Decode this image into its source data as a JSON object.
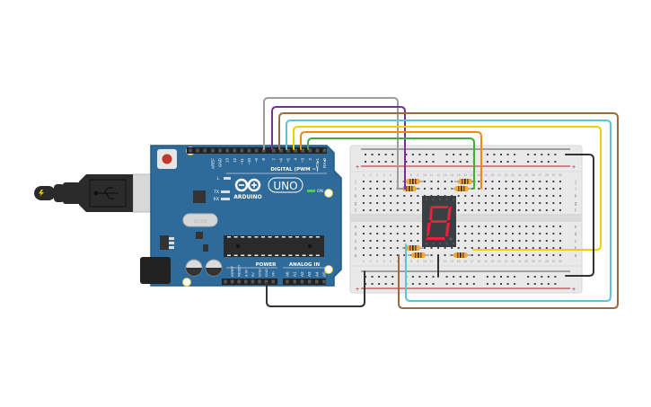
{
  "app": {
    "title": "Arduino Uno 7-Segment Display Circuit"
  },
  "arduino": {
    "brand": "ARDUINO",
    "model": "UNO",
    "on_label": "ON",
    "led_labels": [
      "L",
      "TX",
      "RX"
    ],
    "digital_header_label": "DIGITAL (PWM ~)",
    "digital_pins": [
      "AREF",
      "GND",
      "13",
      "12",
      "~11",
      "~10",
      "~9",
      "8",
      "7",
      "~6",
      "~5",
      "4",
      "~3",
      "2",
      "TX▸1",
      "RX◂0"
    ],
    "power_header_label": "POWER",
    "power_pins": [
      "IOREF",
      "RESET",
      "3.3V",
      "5V",
      "GND",
      "GND",
      "Vin"
    ],
    "analog_header_label": "ANALOG IN",
    "analog_pins": [
      "A0",
      "A1",
      "A2",
      "A3",
      "A4",
      "A5"
    ],
    "crystal_label": "16.000",
    "colors": {
      "board": "#2f6b9a",
      "board_edge": "#1f5680",
      "reset_button": "#c0392b",
      "on_led": "#4cd137"
    }
  },
  "breadboard": {
    "rail_plus": "+",
    "rail_minus": "-",
    "row_letters_top": [
      "j",
      "i",
      "h",
      "g",
      "f"
    ],
    "row_letters_bottom": [
      "e",
      "d",
      "c",
      "b",
      "a"
    ],
    "column_count": 30,
    "colors": {
      "body": "#e9e9e9",
      "red_rail": "#b21f1f",
      "black_rail": "#555555"
    }
  },
  "display": {
    "type": "7-segment",
    "lit_segments": [
      "a",
      "b",
      "c",
      "d",
      "e",
      "f",
      "g"
    ],
    "digit_shown": "8",
    "colors": {
      "body": "#3a3f44",
      "on": "#e8213a",
      "off": "#4a4f55"
    }
  },
  "resistors": [
    {
      "id": "R1",
      "position": "top-left-upper"
    },
    {
      "id": "R2",
      "position": "top-right-upper"
    },
    {
      "id": "R3",
      "position": "top-left-lower"
    },
    {
      "id": "R4",
      "position": "top-right-lower"
    },
    {
      "id": "R5",
      "position": "bottom-left-upper"
    },
    {
      "id": "R6",
      "position": "bottom-left-lower"
    },
    {
      "id": "R7",
      "position": "bottom-right-lower"
    }
  ],
  "wires": [
    {
      "name": "wire-pin8-gray",
      "color": "#9e9e9e",
      "from": "D8"
    },
    {
      "name": "wire-pin7-purple",
      "color": "#7b2d9a",
      "from": "D7"
    },
    {
      "name": "wire-pin6-brown",
      "color": "#9b6b3f",
      "from": "D6"
    },
    {
      "name": "wire-pin5-cyan",
      "color": "#5ec4d4",
      "from": "D5"
    },
    {
      "name": "wire-pin4-yellow",
      "color": "#f0d000",
      "from": "D4"
    },
    {
      "name": "wire-pin3-orange",
      "color": "#ee8a12",
      "from": "D3"
    },
    {
      "name": "wire-pin2-green",
      "color": "#3fae3f",
      "from": "D2"
    },
    {
      "name": "wire-gnd-black",
      "color": "#333333",
      "from": "GND"
    }
  ],
  "usb": {
    "icon": "usb-icon",
    "bolt_icon": "lightning-icon"
  }
}
